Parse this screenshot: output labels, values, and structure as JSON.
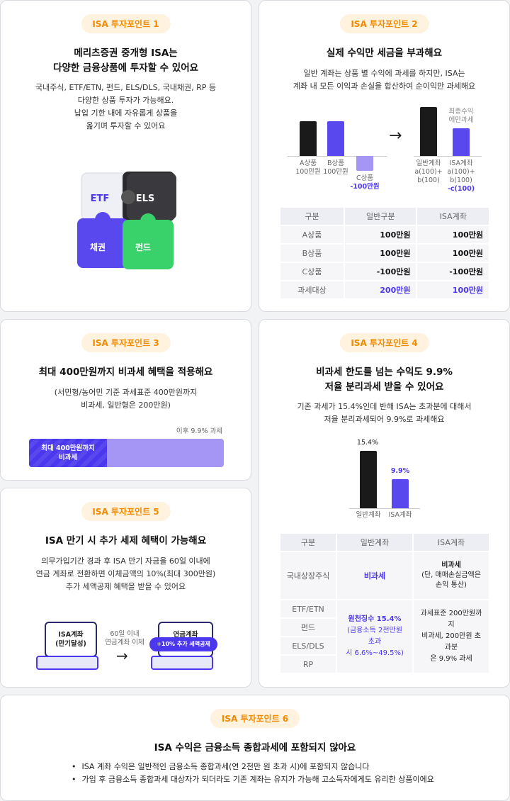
{
  "p1": {
    "badge": "ISA 투자포인트 1",
    "title": [
      "메리츠증권 중개형 ISA는",
      "다양한 금융상품에 투자할 수 있어요"
    ],
    "desc": [
      "국내주식, ETF/ETN, 펀드, ELS/DLS, 국내채권, RP 등",
      "다양한 상품 투자가 가능해요.",
      "납입 기한 내에 자유롭게 상품을",
      "옮기며 투자할 수 있어요"
    ],
    "puzzle": [
      "ETF",
      "ELS",
      "채권",
      "펀드"
    ]
  },
  "p2": {
    "badge": "ISA 투자포인트 2",
    "title": "실제 수익만 세금을 부과해요",
    "desc": [
      "일반 계좌는 상품 별 수익에 과세를 하지만, ISA는",
      "계좌 내 모든 이익과 손실을 합산하여 순이익만 과세해요"
    ],
    "chart_left": [
      {
        "label": [
          "A상품",
          "100만원"
        ],
        "value": 100
      },
      {
        "label": [
          "B상품",
          "100만원"
        ],
        "value": 100
      },
      {
        "label": [
          "C상품",
          "-100만원"
        ],
        "value": -100
      }
    ],
    "chart_right": [
      {
        "label": [
          "일반계좌",
          "a(100)+",
          "b(100)"
        ],
        "value": 200
      },
      {
        "label": [
          "ISA계좌",
          "a(100)+",
          "b(100)",
          "-c(100)"
        ],
        "value": 100,
        "note": [
          "최종수익",
          "에만과세"
        ]
      }
    ],
    "arrow": "→",
    "table": {
      "header": [
        "구분",
        "일반구분",
        "ISA계좌"
      ],
      "rows": [
        [
          "A상품",
          "100만원",
          "100만원"
        ],
        [
          "B상품",
          "100만원",
          "100만원"
        ],
        [
          "C상품",
          "-100만원",
          "-100만원"
        ],
        [
          "과세대상",
          "200만원",
          "100만원"
        ]
      ]
    }
  },
  "p3": {
    "badge": "ISA 투자포인트 3",
    "title": "최대 400만원까지 비과세 혜택을 적용해요",
    "desc": [
      "(서민형/농어민 기준 과세표준 400만원까지",
      "비과세, 일반형은 200만원)"
    ],
    "after_label": "이후 9.9% 과세",
    "bar_label": [
      "최대 400만원까지",
      "비과세"
    ]
  },
  "p4": {
    "badge": "ISA 투자포인트 4",
    "title": [
      "비과세 한도를 넘는 수익도 9.9%",
      "저율 분리과세 받을 수 있어요"
    ],
    "desc": [
      "기존 과세가 15.4%인데 반해 ISA는 초과분에 대해서",
      "저율 분리과세되어 9.9%로 과세해요"
    ],
    "chart_data": {
      "type": "bar",
      "categories": [
        "일반계좌",
        "ISA계좌"
      ],
      "values": [
        15.4,
        9.9
      ],
      "value_labels": [
        "15.4%",
        "9.9%"
      ]
    },
    "table": {
      "header": [
        "구분",
        "일반계좌",
        "ISA계좌"
      ],
      "row1": [
        "국내상장주식",
        "비과세",
        "비과세",
        "(단, 매매손실금액은",
        "손익 통산)"
      ],
      "labels": [
        "ETF/ETN",
        "펀드",
        "ELS/DLS",
        "RP"
      ],
      "mid": [
        "원천징수 15.4%",
        "(금융소득 2천만원 초과",
        "시 6.6%~49.5%)"
      ],
      "right": [
        "과세표준 200만원까지",
        "비과세, 200만원 초과분",
        "은 9.9% 과세"
      ]
    }
  },
  "p5": {
    "badge": "ISA 투자포인트 5",
    "title": "ISA 만기 시 추가 세제 혜택이 가능해요",
    "desc": [
      "의무가입기간 경과 후 ISA 만기 자금을 60일 이내에",
      "연금 계좌로 전환하면 이체금액의 10%(최대 300만원)",
      "추가 세액공제 혜택을 받을 수 있어요"
    ],
    "left_box": [
      "ISA계좌",
      "(만기달성)"
    ],
    "mid": [
      "60일 이내",
      "연금계좌 이체"
    ],
    "right_box": "연금계좌",
    "right_badge": "+10% 추가 세액공제"
  },
  "p6": {
    "badge": "ISA 투자포인트 6",
    "title": "ISA 수익은 금융소득 종합과세에 포함되지 않아요",
    "bullets": [
      "ISA 계좌 수익은 일반적인 금융소득 종합과세(연 2천만 원 초과 시)에 포함되지 않습니다",
      "가입 후 금융소득 종합과세 대상자가 되더라도 기존 계좌는 유지가 가능해 고소득자에게도 유리한 상품이에요"
    ]
  },
  "colors": {
    "accent": "#f08a00",
    "purple": "#4b38ee",
    "lavender": "#a596f5",
    "dark": "#1a1a1a"
  }
}
